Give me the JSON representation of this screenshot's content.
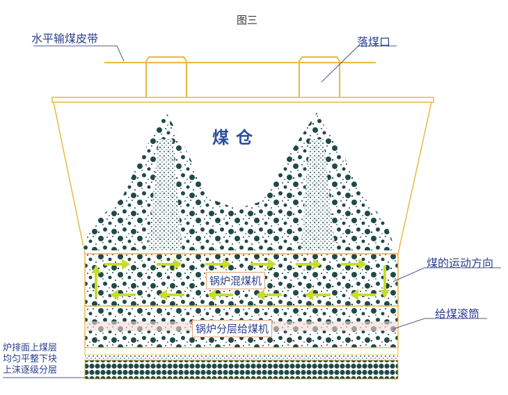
{
  "figure_title": "图三",
  "labels": {
    "belt": "水平输煤皮带",
    "drop_port": "落煤口",
    "bunker": "煤仓",
    "motion_direction": "煤的运动方向",
    "feed_drum": "给煤滚筒",
    "mixer": "锅炉混煤机",
    "layered_feeder": "锅炉分层给煤机",
    "grate_note": [
      "炉排面上煤层",
      "均匀平整下块",
      "上沫逐级分层"
    ]
  },
  "colors": {
    "outline": "#e8b840",
    "coal": "#1f4a48",
    "arrow": "#c8dc30",
    "text": "#2a3f8f"
  }
}
